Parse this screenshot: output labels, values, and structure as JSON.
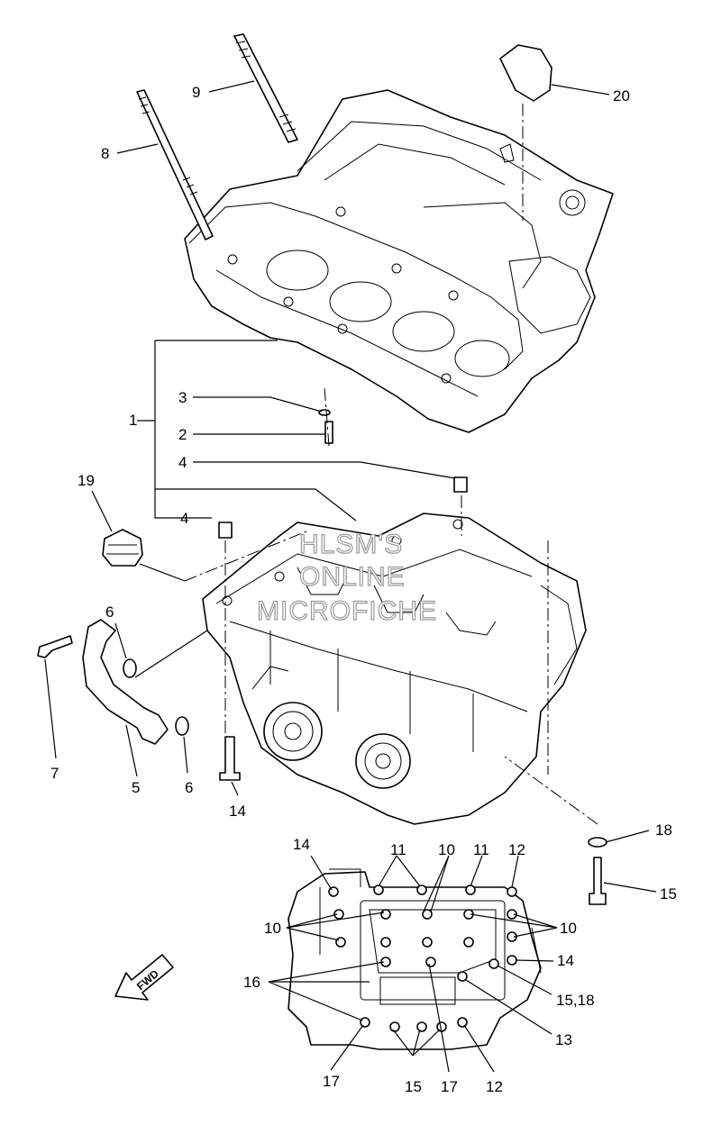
{
  "callouts": {
    "c1": "1",
    "c2": "2",
    "c3": "3",
    "c4a": "4",
    "c4b": "4",
    "c5": "5",
    "c6a": "6",
    "c6b": "6",
    "c7": "7",
    "c8": "8",
    "c9": "9",
    "c10a": "10",
    "c10b": "10",
    "c10c": "10",
    "c11a": "11",
    "c11b": "11",
    "c12a": "12",
    "c12b": "12",
    "c13": "13",
    "c14a": "14",
    "c14b": "14",
    "c14c": "14",
    "c15a": "15",
    "c15b": "15",
    "c15_18": "15,18",
    "c16": "16",
    "c17a": "17",
    "c17b": "17",
    "c18": "18",
    "c19": "19",
    "c20": "20"
  },
  "watermark": {
    "line1": "HLSM'S",
    "line2": "ONLINE",
    "line3": "MICROFICHE"
  },
  "fwd_label": "FWD",
  "icons": {
    "fwd_arrow": "fwd-arrow-icon"
  }
}
